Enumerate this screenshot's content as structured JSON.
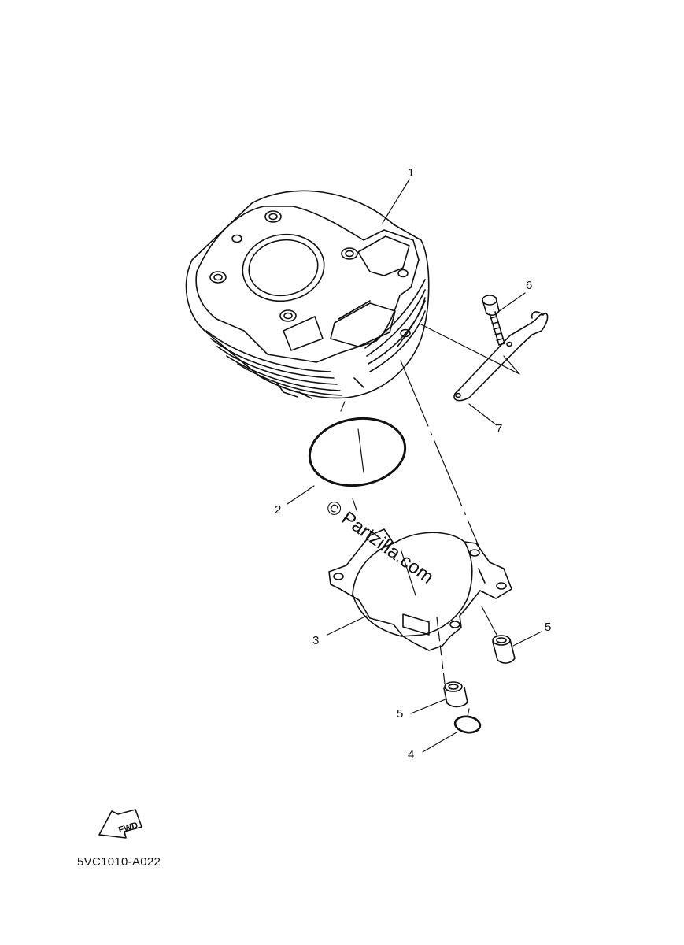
{
  "callouts": {
    "c1": "1",
    "c2": "2",
    "c3": "3",
    "c4": "4",
    "c5a": "5",
    "c5b": "5",
    "c6": "6",
    "c7": "7"
  },
  "fwd_label": "FWD",
  "watermark": "© Partzilla.com",
  "part_code": "5VC1010-A022"
}
